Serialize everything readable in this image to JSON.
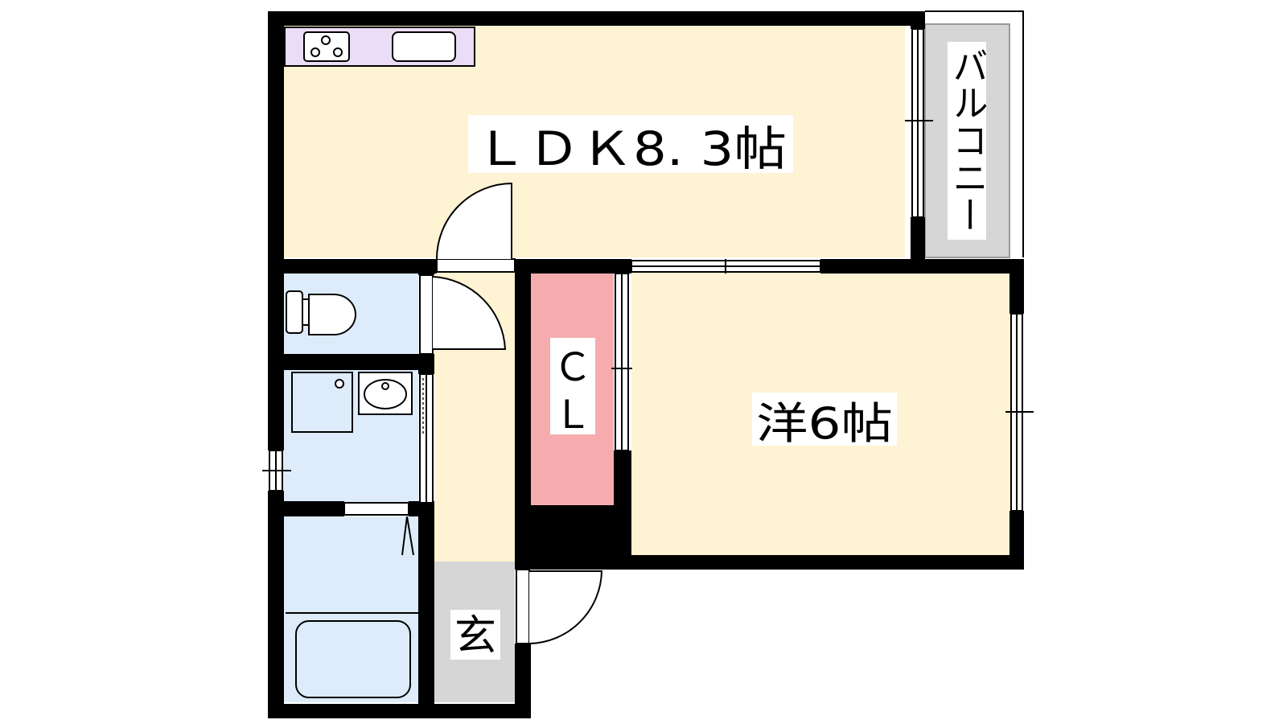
{
  "floor_plan": {
    "rooms": {
      "ldk": {
        "label": "ＬＤＫ8. 3帖"
      },
      "western": {
        "label": "洋6帖"
      },
      "closet": {
        "label_top": "Ｃ",
        "label_bottom": "Ｌ"
      },
      "entrance": {
        "label": "玄"
      },
      "balcony": {
        "label": "バルコニー"
      },
      "toilet": {},
      "washroom": {},
      "bathroom": {}
    },
    "colors": {
      "ldk_floor": "#FEF3D3",
      "western_floor": "#FEF3D3",
      "hall_floor": "#FEF3D3",
      "wet_area": "#DDEBFB",
      "closet": "#F6ACAE",
      "balcony": "#D6D6D6",
      "entrance": "#D6D6D6",
      "kitchen_counter": "#EBDDF5",
      "wall": "#000000"
    }
  }
}
